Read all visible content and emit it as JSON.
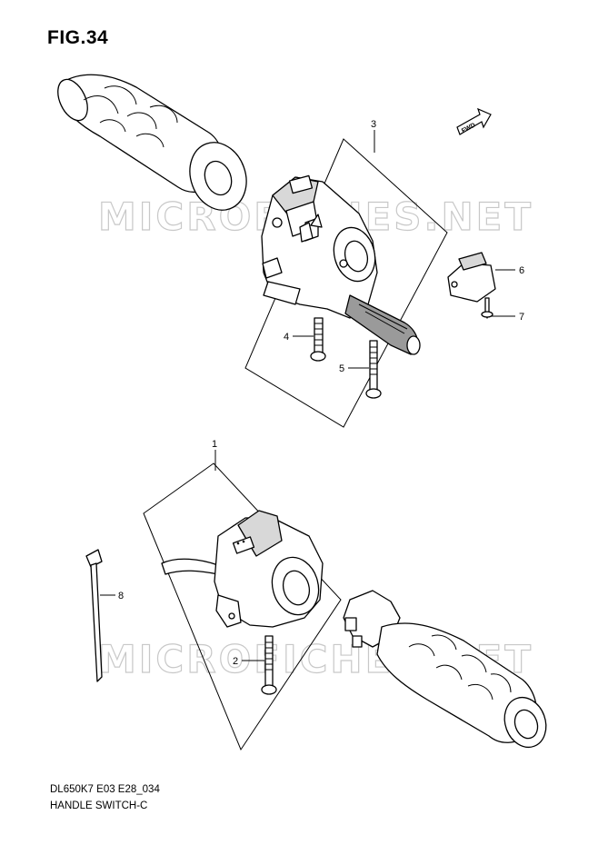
{
  "figure": {
    "title": "FIG.34",
    "code": "DL650K7 E03 E28_034",
    "name": "HANDLE SWITCH-C"
  },
  "direction_marker": {
    "label": "FWD",
    "icon": "fwd-arrow-icon"
  },
  "watermark": {
    "text": "MICROFICHES.NET"
  },
  "callouts": [
    {
      "id": "callout-1",
      "label": "1"
    },
    {
      "id": "callout-2",
      "label": "2"
    },
    {
      "id": "callout-3",
      "label": "3"
    },
    {
      "id": "callout-4",
      "label": "4"
    },
    {
      "id": "callout-5",
      "label": "5"
    },
    {
      "id": "callout-6",
      "label": "6"
    },
    {
      "id": "callout-7",
      "label": "7"
    },
    {
      "id": "callout-8",
      "label": "8"
    }
  ],
  "colors": {
    "line": "#000000",
    "watermark": "#c8c8c8",
    "fill_shade": "#d8d8d8"
  }
}
